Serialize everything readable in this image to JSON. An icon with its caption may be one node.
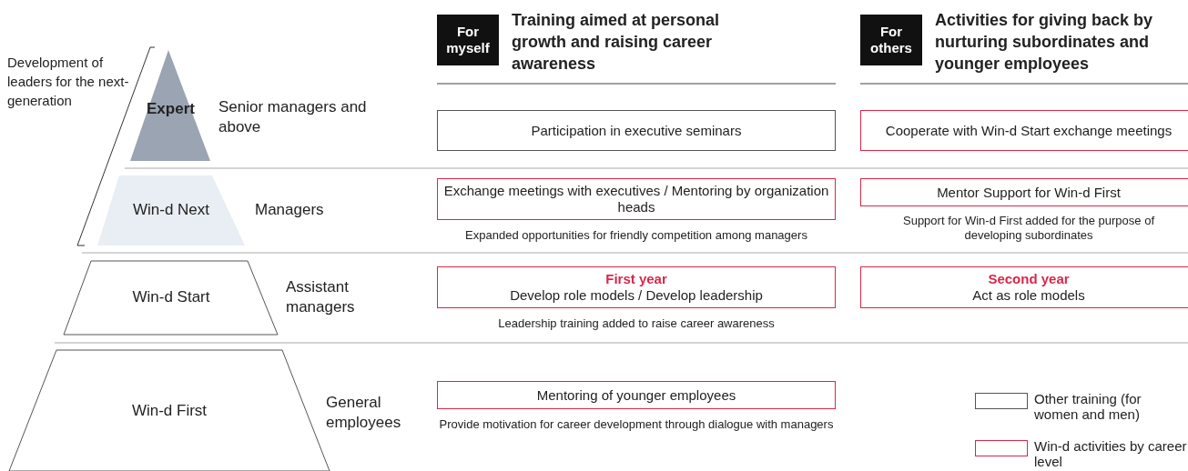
{
  "diagram": {
    "nodes": [
      {
        "text": [
          "Expert"
        ],
        "beside": [
          "Senior managers and above"
        ]
      },
      {
        "text": [
          "Win-d Next"
        ],
        "beside": [
          "Managers"
        ]
      },
      {
        "text": [
          "Win-d Start"
        ],
        "beside": [
          "Assistant managers"
        ]
      },
      {
        "text": [
          "Win-d First"
        ],
        "beside": [
          "General employees"
        ]
      },
      {
        "text": [
          "For myself"
        ],
        "beside": [
          "Training aimed at personal growth and raising career awareness"
        ]
      },
      {
        "text": [
          "For others"
        ],
        "beside": [
          "Activities for giving back by nurturing subordinates and younger employees"
        ]
      },
      {
        "text": [
          "Participation in executive seminars"
        ]
      },
      {
        "text": [
          "Cooperate with Win-d Start exchange meetings"
        ]
      },
      {
        "text": [
          "Exchange meetings with executives / Mentoring by organization heads"
        ],
        "beside": [
          "Expanded opportunities for friendly competition among managers"
        ]
      },
      {
        "text": [
          "Mentor Support for Win-d First"
        ],
        "beside": [
          "Support for Win-d First added for the purpose of developing subordinates"
        ]
      },
      {
        "text": [
          "First year",
          "Develop role models / Develop leadership"
        ],
        "beside": [
          "Leadership training added to raise career awareness"
        ]
      },
      {
        "text": [
          "Second year",
          "Act as role models"
        ]
      },
      {
        "text": [
          "Mentoring of younger employees"
        ],
        "beside": [
          "Provide motivation for career development through dialogue with managers"
        ]
      }
    ],
    "labels": [
      "Development of leaders for the next-generation"
    ],
    "legend": [
      {
        "text": "Other training (for women and men)"
      },
      {
        "text": "Win-d activities by career level"
      }
    ]
  }
}
